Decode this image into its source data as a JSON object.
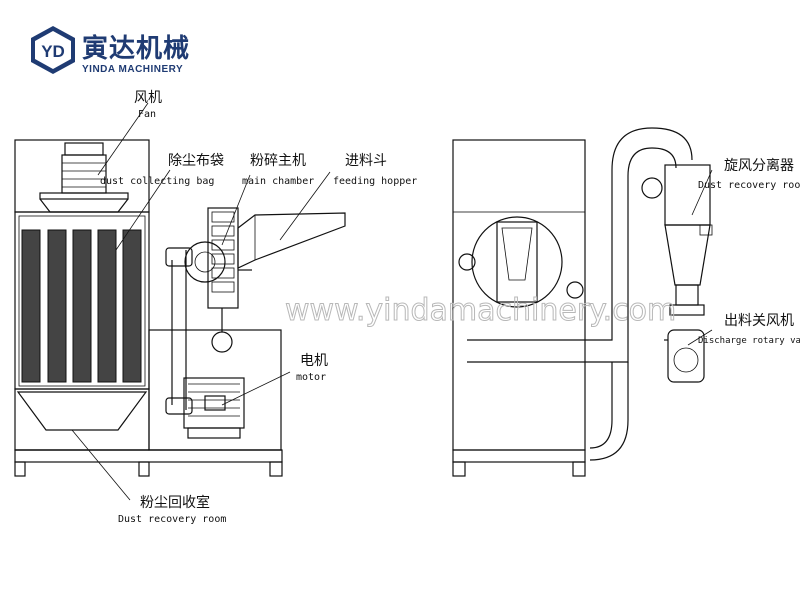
{
  "brand": {
    "name_cn": "寅达机械",
    "name_en": "YINDA MACHINERY",
    "monogram": "YD",
    "color": "#1f3b73"
  },
  "watermark": "www.yindamachinery.com",
  "labels": {
    "fan": {
      "cn": "风机",
      "en": "Fan"
    },
    "dust_bag": {
      "cn": "除尘布袋",
      "en": "dust collecting bag"
    },
    "main_chamber": {
      "cn": "粉碎主机",
      "en": "main chamber"
    },
    "feeding_hopper": {
      "cn": "进料斗",
      "en": "feeding hopper"
    },
    "motor": {
      "cn": "电机",
      "en": "motor"
    },
    "dust_room_left": {
      "cn": "粉尘回收室",
      "en": "Dust recovery room"
    },
    "cyclone": {
      "cn": "旋风分离器",
      "en": "Dust recovery room"
    },
    "rotary_valve": {
      "cn": "出料关风机",
      "en": "Discharge rotary valve"
    }
  }
}
